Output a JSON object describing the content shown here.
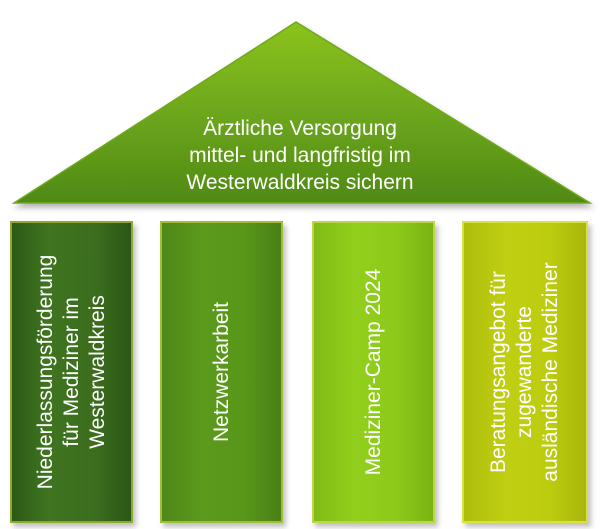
{
  "roof": {
    "lines": [
      "Ärztliche Versorgung",
      "mittel- und langfristig im",
      "Westerwaldkreis sichern"
    ],
    "colors": {
      "top": "#8bc31f",
      "bottom": "#4f8a17",
      "edge": "#6fa81a"
    }
  },
  "pillars": [
    {
      "lines": [
        "Niederlassungsförderung",
        "für Mediziner im",
        "Westerwaldkreis"
      ],
      "color": "#3f7420"
    },
    {
      "lines": [
        "Netzwerkarbeit"
      ],
      "color": "#5b9a1d"
    },
    {
      "lines": [
        "Mediziner-Camp 2024"
      ],
      "color": "#92cf1d"
    },
    {
      "lines": [
        "Beratungsangebot für",
        "zugewanderte",
        "ausländische Mediziner"
      ],
      "color": "#c0cf12"
    }
  ]
}
